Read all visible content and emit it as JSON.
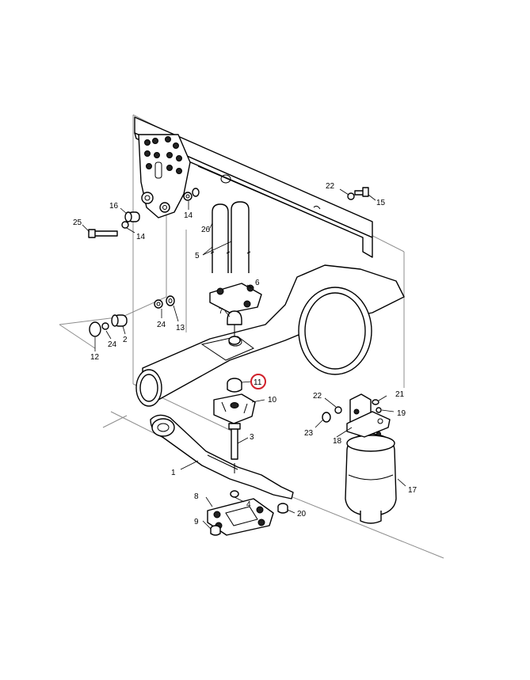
{
  "colors": {
    "highlight": "#d0202a",
    "line": "#000000",
    "frame": "#8c8c8c"
  },
  "highlighted_callout": "11",
  "callouts": {
    "c1": "1",
    "c2": "2",
    "c3": "3",
    "c4": "4",
    "c5": "5",
    "c6": "6",
    "c7": "7",
    "c8": "8",
    "c9": "9",
    "c10": "10",
    "c11": "11",
    "c12": "12",
    "c13": "13",
    "c14a": "14",
    "c14b": "14",
    "c15": "15",
    "c16": "16",
    "c17": "17",
    "c18": "18",
    "c19": "19",
    "c20": "20",
    "c21": "21",
    "c22a": "22",
    "c22b": "22",
    "c23": "23",
    "c24a": "24",
    "c24b": "24",
    "c25": "25",
    "c26": "26"
  }
}
